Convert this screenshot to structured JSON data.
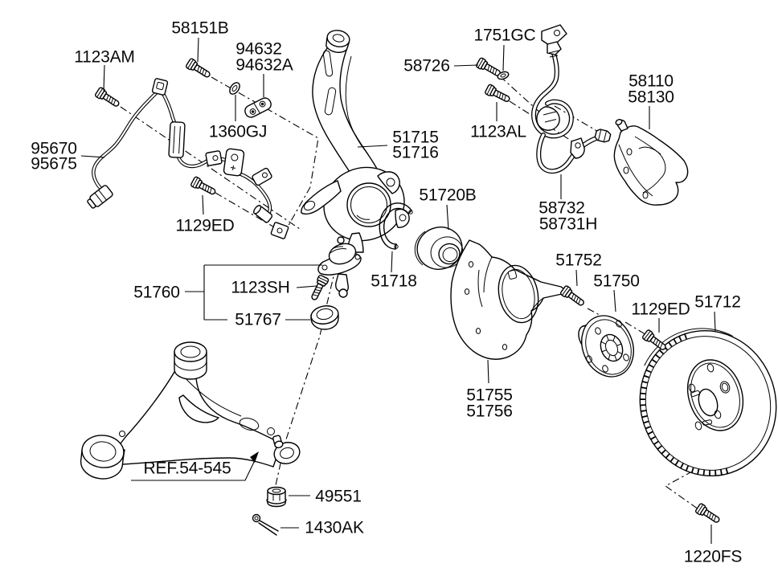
{
  "figure": {
    "type": "exploded-parts-diagram",
    "description": "Front axle knuckle, hub and brake exploded parts diagram",
    "background": "#ffffff",
    "line_color": "#000000",
    "text_color": "#0a0a0a"
  },
  "parts": {
    "bolt_58151B": {
      "label": "58151B"
    },
    "bolt_1123AM": {
      "label": "1123AM"
    },
    "clamp_94632": {
      "line1": "94632",
      "line2": "94632A"
    },
    "grommet_1360GJ": {
      "label": "1360GJ"
    },
    "washer_1751GC": {
      "label": "1751GC"
    },
    "bolt_58726": {
      "label": "58726"
    },
    "bolt_1123AL": {
      "label": "1123AL"
    },
    "caliper_58110": {
      "line1": "58110",
      "line2": "58130"
    },
    "knuckle_51715": {
      "line1": "51715",
      "line2": "51716"
    },
    "abs_sensor_95670": {
      "line1": "95670",
      "line2": "95675"
    },
    "bolt_1129ED_left": {
      "label": "1129ED"
    },
    "brake_hose_58732": {
      "line1": "58732",
      "line2": "58731H"
    },
    "bearing_51720B": {
      "label": "51720B"
    },
    "snap_ring_51718": {
      "label": "51718"
    },
    "ball_joint_51760": {
      "label": "51760"
    },
    "bolt_1123SH": {
      "label": "1123SH"
    },
    "dust_cover_51767": {
      "label": "51767"
    },
    "dust_shield_51755": {
      "line1": "51755",
      "line2": "51756"
    },
    "bolt_51752": {
      "label": "51752"
    },
    "hub_51750": {
      "label": "51750"
    },
    "bolt_1129ED_right": {
      "label": "1129ED"
    },
    "disc_51712": {
      "label": "51712"
    },
    "control_arm_ref": {
      "label": "REF.54-545"
    },
    "nut_49551": {
      "label": "49551"
    },
    "cotter_pin_1430AK": {
      "label": "1430AK"
    },
    "bolt_1220FS": {
      "label": "1220FS"
    }
  }
}
